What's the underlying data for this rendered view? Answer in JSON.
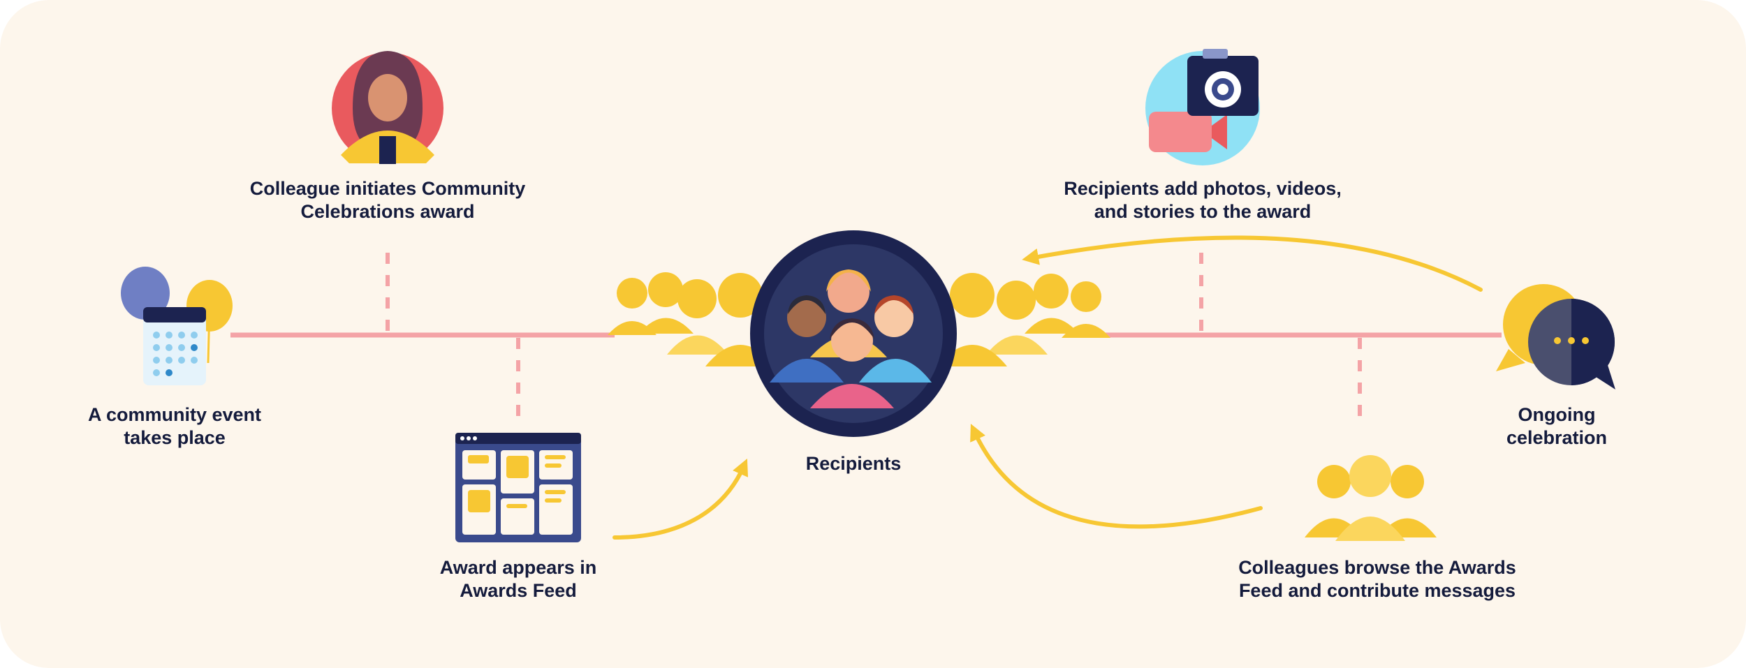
{
  "steps": {
    "community_event": {
      "line1": "A community event",
      "line2": "takes place"
    },
    "colleague_initiates": {
      "line1": "Colleague initiates Community",
      "line2": "Celebrations award"
    },
    "award_feed": {
      "line1": "Award appears in",
      "line2": "Awards Feed"
    },
    "recipients": {
      "line1": "Recipients"
    },
    "recipients_add": {
      "line1": "Recipients add photos, videos,",
      "line2": "and stories to the award"
    },
    "colleagues_browse": {
      "line1": "Colleagues browse the Awards",
      "line2": "Feed and contribute messages"
    },
    "ongoing": {
      "line1": "Ongoing",
      "line2": "celebration"
    }
  },
  "colors": {
    "background": "#fdf6ec",
    "timeline": "#f4a3a6",
    "arrow": "#f7c733",
    "navy": "#1c2350",
    "text": "#141b3c"
  }
}
